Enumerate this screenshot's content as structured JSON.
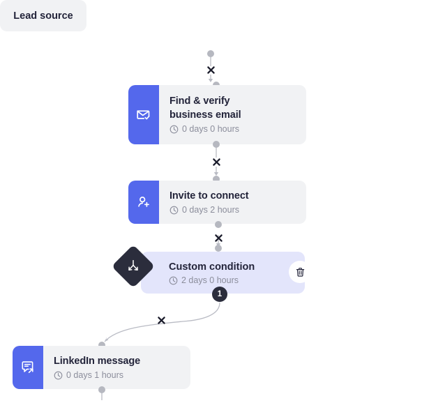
{
  "app": {
    "title": "Sequence workflow builder",
    "accent_blue": "#5468ec",
    "card_gray": "#f1f2f4",
    "condition_lavender": "#e3e5fb",
    "dark": "#2b2d3c",
    "port_gray": "#b6b8c0",
    "wire_gray": "#b9bbc4",
    "muted_text": "#8b8d9b",
    "title_text": "#23243a"
  },
  "nodes": {
    "lead_source": {
      "title": "Lead source",
      "icon": "none"
    },
    "find_verify_email": {
      "title": "Find & verify business email",
      "title_line1": "Find & verify",
      "title_line2": "business email",
      "delay": "0 days 0 hours",
      "icon": "envelope-check-icon"
    },
    "invite_to_connect": {
      "title": "Invite to connect",
      "delay": "0 days 2 hours",
      "icon": "user-plus-icon"
    },
    "custom_condition": {
      "title": "Custom condition",
      "delay": "2 days 0 hours",
      "icon": "branch-split-icon",
      "branch_badge": "1",
      "delete_label": "Delete step"
    },
    "linkedin_message": {
      "title": "LinkedIn message",
      "delay": "0 days 1 hours",
      "icon": "message-send-icon"
    }
  },
  "connectors": {
    "remove_link_label": "Remove connection",
    "count": 4
  },
  "icons": {
    "clock": "clock-icon",
    "trash": "trash-icon",
    "close": "close-x-icon"
  }
}
